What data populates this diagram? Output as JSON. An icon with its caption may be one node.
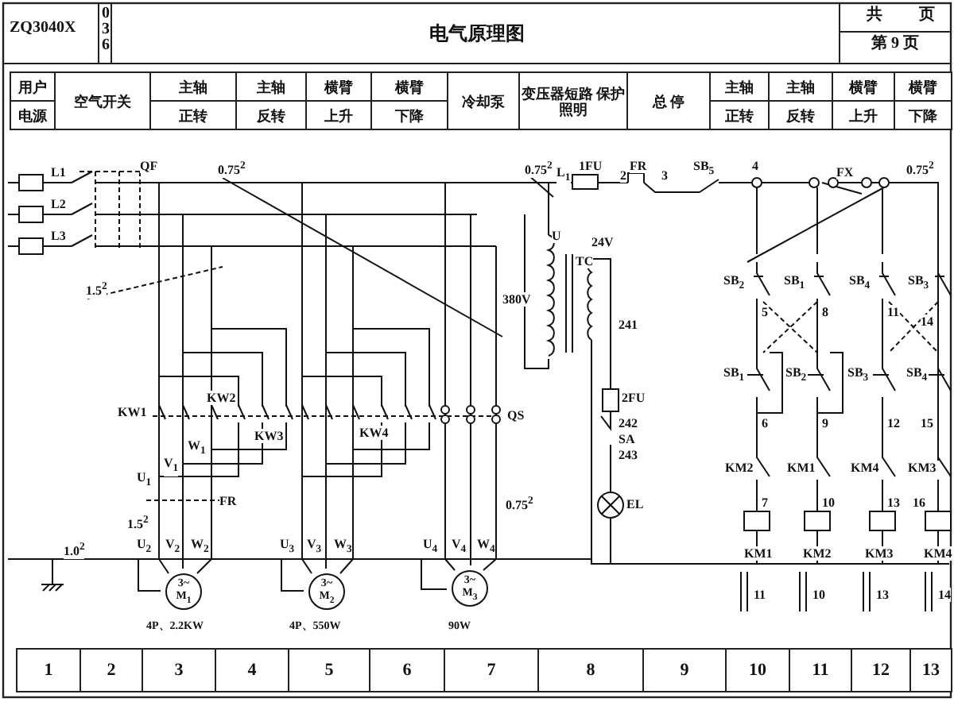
{
  "diagram": {
    "title": "电气原理图",
    "nodes": [
      {
        "text": [
          "3~ M$_{1}$"
        ],
        "beside": [
          "4P、2.2KW"
        ]
      },
      {
        "text": [
          "3~ M$_{2}$"
        ],
        "beside": [
          "4P、550W"
        ]
      },
      {
        "text": [
          "3~ M$_{3}$"
        ],
        "beside": [
          "90W"
        ]
      }
    ],
    "labels": [
      "ZQ3040X",
      "0",
      "3",
      "6",
      "共",
      "页",
      "第 9 页",
      "用户",
      "空气开关",
      "主轴",
      "主轴",
      "横臂",
      "横臂",
      "冷却泵",
      "变压器短路 保护照明",
      "总 停",
      "主轴",
      "主轴",
      "横臂",
      "横臂",
      "电源",
      "正转",
      "反转",
      "上升",
      "下降",
      "正转",
      "反转",
      "上升",
      "下降",
      "L1",
      "L2",
      "L3",
      "QF",
      "0.75$^{2}$",
      "1.5$^{2}$",
      "KW1",
      "KW2",
      "KW3",
      "W$_{1}$",
      "V$_{1}$",
      "U$_{1}$",
      "FR",
      "1.5$^{2}$",
      "1.0$^{2}$",
      "U$_{2}$",
      "V$_{2}$",
      "W$_{2}$",
      "U$_{3}$",
      "V$_{3}$",
      "W$_{3}$",
      "KW4",
      "QS",
      "0.75$^{2}$",
      "U$_{4}$",
      "V$_{4}$",
      "W$_{4}$",
      "0.75$^{2}$",
      "L$_{1}$",
      "1FU",
      "U",
      "TC",
      "24V",
      "380V",
      "2",
      "FR",
      "3",
      "SB$_{5}$",
      "4",
      "FX",
      "0.75$^{2}$",
      "241",
      "2FU",
      "242",
      "SA",
      "243",
      "EL",
      "SB$_{2}$",
      "SB$_{1}$",
      "SB$_{4}$",
      "SB$_{3}$",
      "5",
      "8",
      "11",
      "14",
      "SB$_{1}$",
      "SB$_{2}$",
      "SB$_{3}$",
      "SB$_{4}$",
      "6",
      "9",
      "12",
      "15",
      "KM2",
      "KM1",
      "KM4",
      "KM3",
      "7",
      "10",
      "13",
      "16",
      "KM1",
      "11",
      "KM2",
      "10",
      "KM3",
      "13",
      "KM4",
      "14",
      "1",
      "2",
      "3",
      "4",
      "5",
      "6",
      "7",
      "8",
      "9",
      "10",
      "11",
      "12",
      "13"
    ]
  }
}
